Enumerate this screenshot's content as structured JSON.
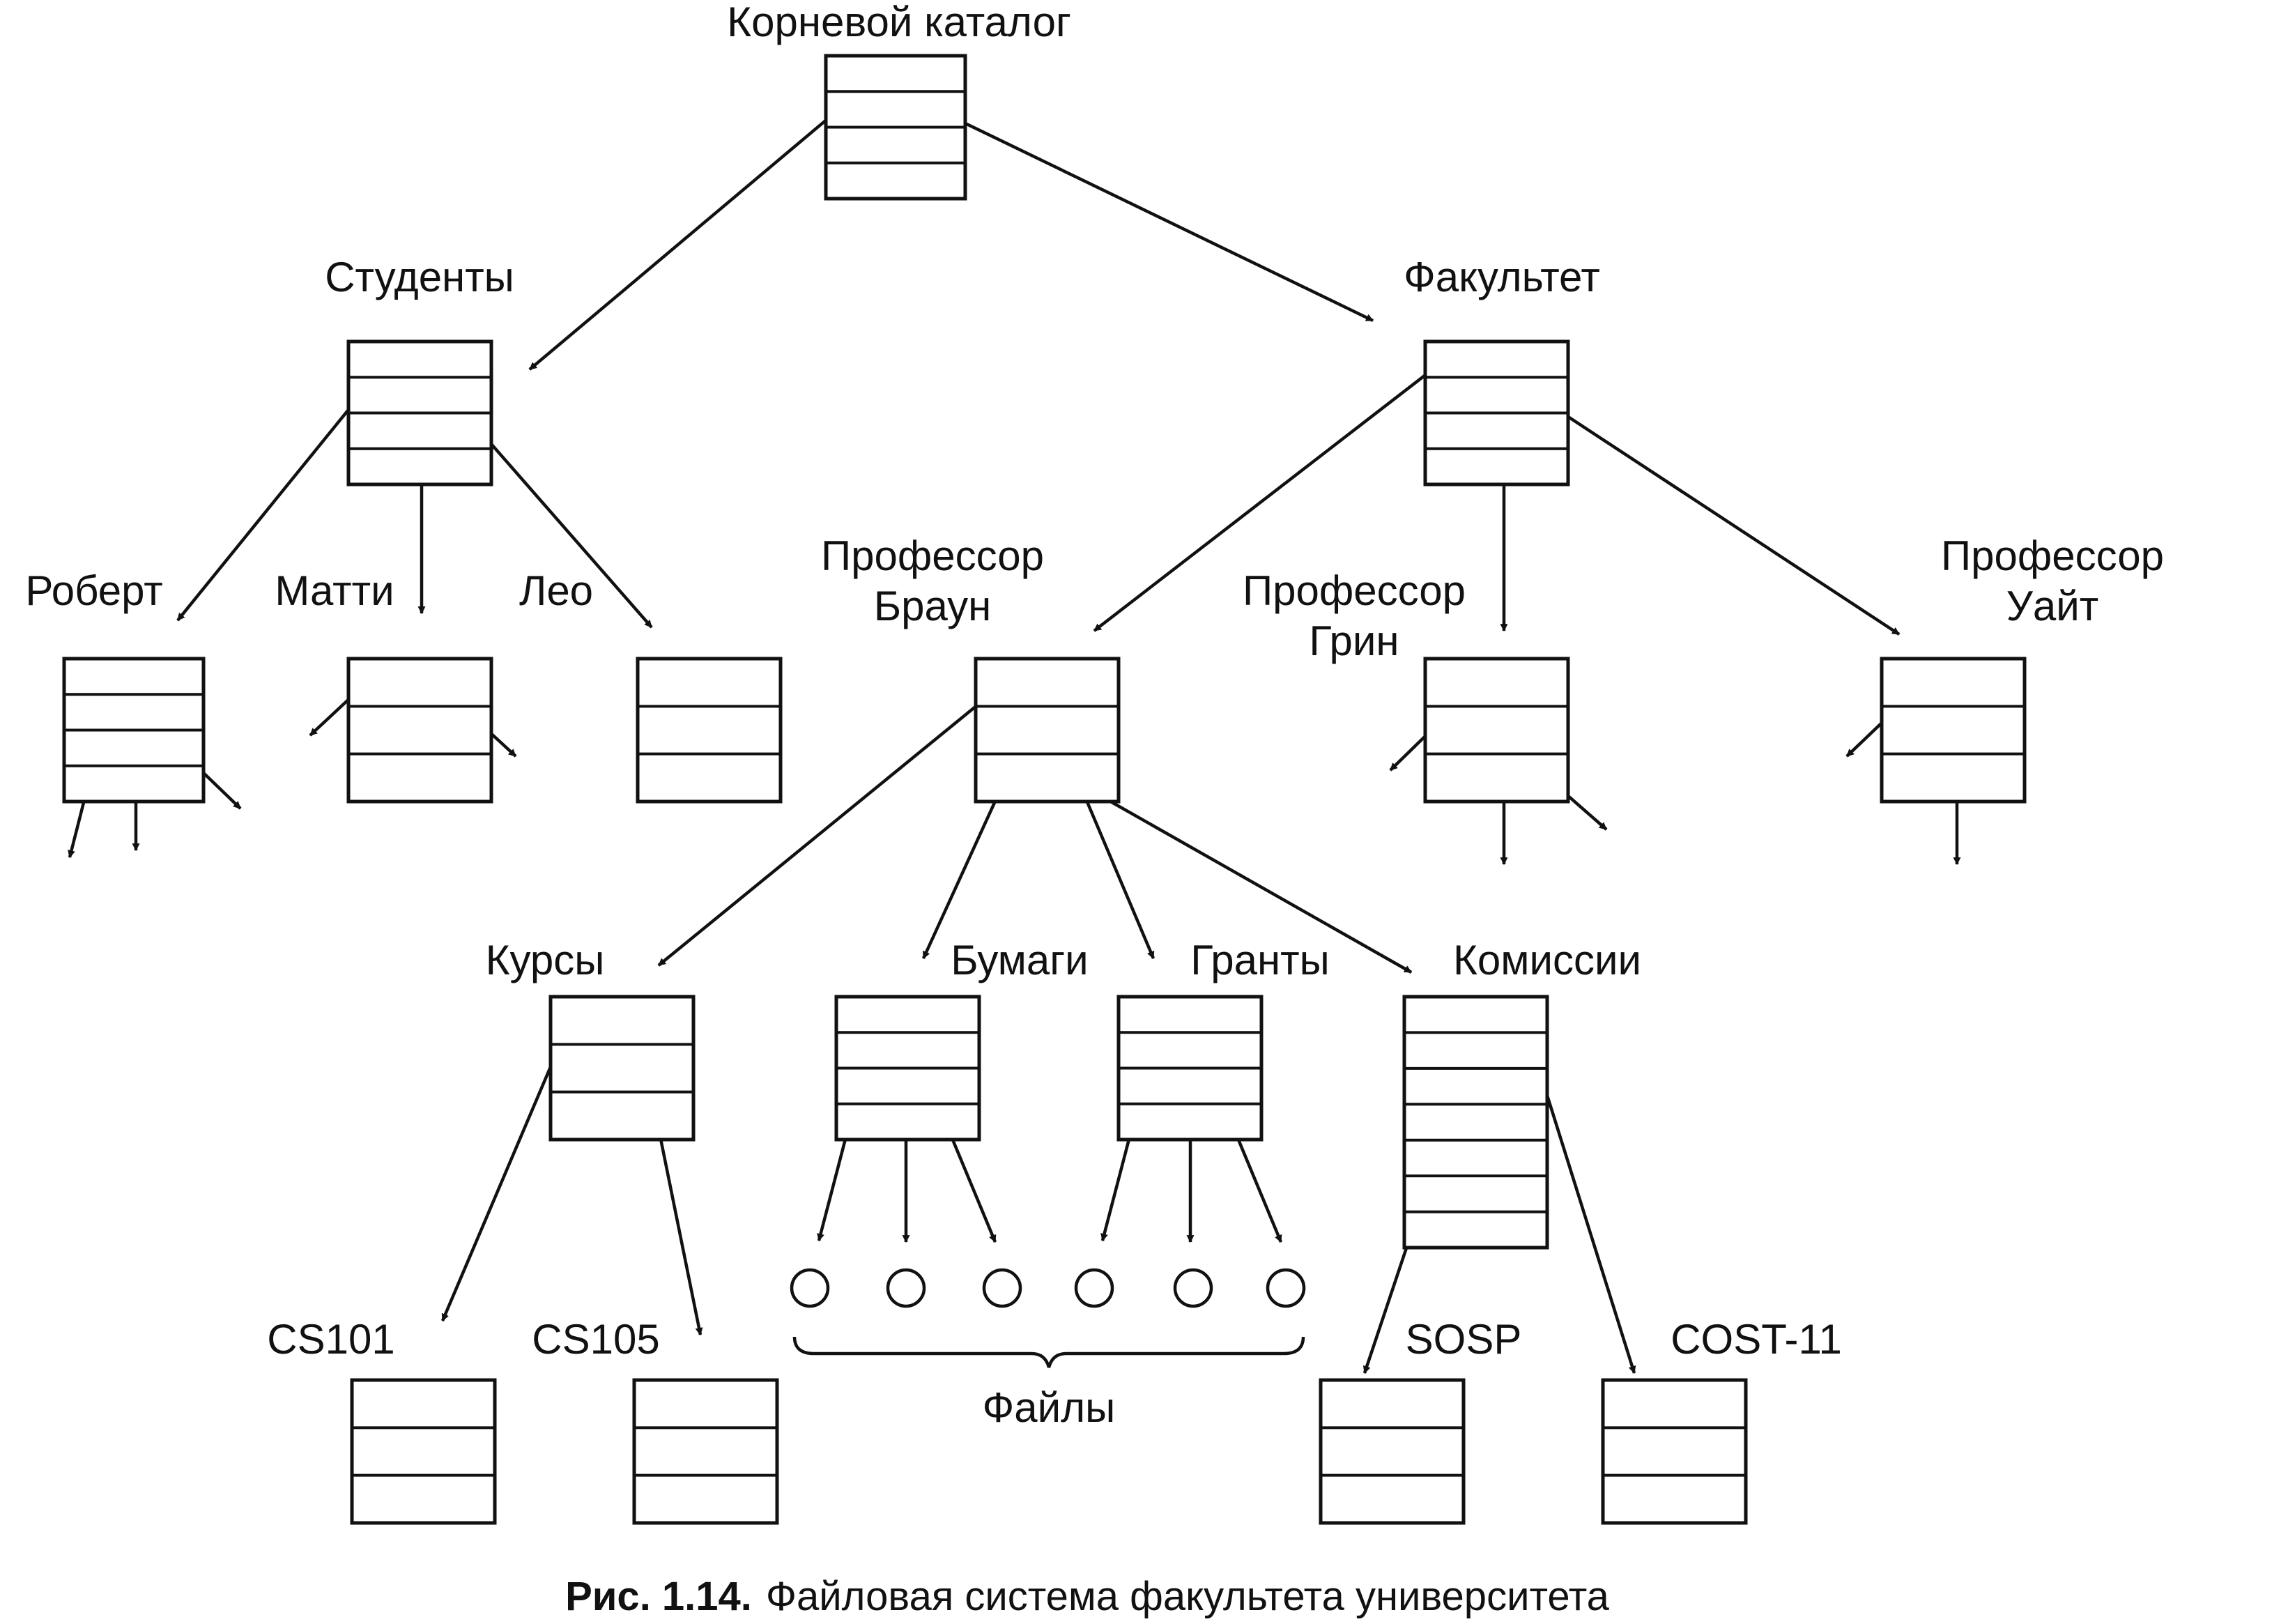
{
  "labels": {
    "root": "Корневой каталог",
    "students": "Студенты",
    "faculty": "Факультет",
    "robert": "Роберт",
    "matti": "Матти",
    "leo": "Лео",
    "prof_brown_1": "Профессор",
    "prof_brown_2": "Браун",
    "prof_green_1": "Профессор",
    "prof_green_2": "Грин",
    "prof_white_1": "Профессор",
    "prof_white_2": "Уайт",
    "courses": "Курсы",
    "papers": "Бумаги",
    "grants": "Гранты",
    "committees": "Комиссии",
    "cs101": "CS101",
    "cs105": "CS105",
    "sosp": "SOSP",
    "cost11": "COST-11",
    "files": "Файлы"
  },
  "caption": {
    "number": "Рис. 1.14.",
    "text": "Файловая система факультета университета"
  }
}
